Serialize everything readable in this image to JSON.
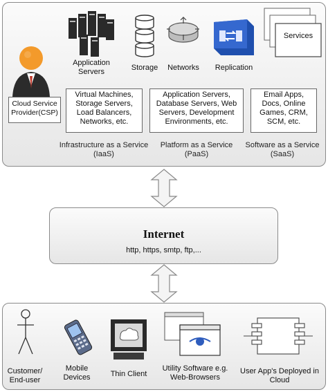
{
  "provider": {
    "label_lines": [
      "Cloud Service",
      "Provider(CSP)"
    ]
  },
  "resources": {
    "application_servers_lines": [
      "Application",
      "Servers"
    ],
    "storage": "Storage",
    "networks": "Networks",
    "replication": "Replication",
    "services": "Services"
  },
  "iaas": {
    "items_lines": [
      "Virtual Machines,",
      "Storage Servers,",
      "Load Balancers,",
      "Networks, etc."
    ],
    "caption_lines": [
      "Infrastructure as a Service",
      "(IaaS)"
    ]
  },
  "paas": {
    "items_lines": [
      "Application Servers,",
      "Database Servers, Web",
      "Servers, Development",
      "Environments, etc."
    ],
    "caption_lines": [
      "Platform as a Service",
      "(PaaS)"
    ]
  },
  "saas": {
    "items_lines": [
      "Email Apps,",
      "Docs, Online",
      "Games, CRM,",
      "SCM, etc."
    ],
    "caption_lines": [
      "Software as a Service",
      "(SaaS)"
    ]
  },
  "internet": {
    "title": "Internet",
    "protocols": "http, https, smtp, ftp,..."
  },
  "clients": {
    "customer_lines": [
      "Customer/",
      "End-user"
    ],
    "mobile_lines": [
      "Mobile",
      "Devices"
    ],
    "thin_client": "Thin Client",
    "utility_lines": [
      "Utility Software e.g.",
      "Web-Browsers"
    ],
    "user_apps_lines": [
      "User App's Deployed in",
      "Cloud"
    ]
  },
  "colors": {
    "replication_blue": "#2f5dbd",
    "csp_orange": "#f39a2b",
    "panel_border": "#8a8a8a"
  }
}
